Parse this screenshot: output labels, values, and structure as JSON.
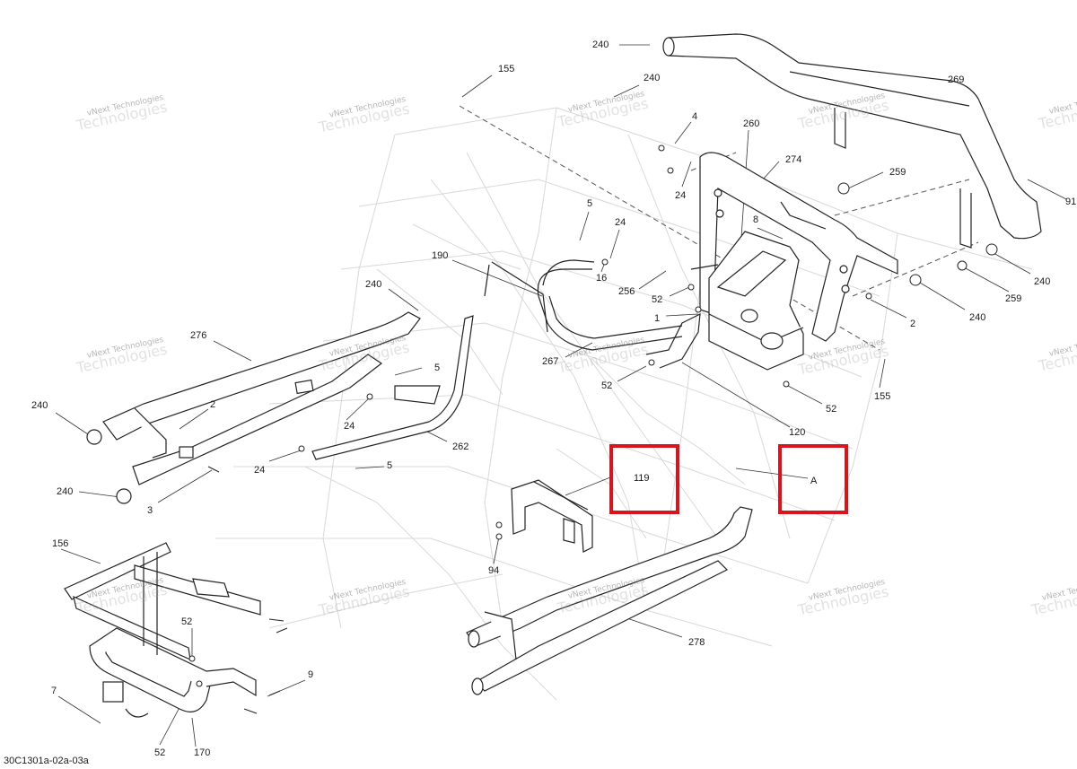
{
  "diagram": {
    "document_code": "30C1301a-02a-03a",
    "watermark_line1": "vNext Technologies",
    "watermark_line2": "Technologies",
    "highlight_color": "#d9141d",
    "callouts": {
      "c240a": "240",
      "c155a": "155",
      "c240b": "240",
      "c4": "4",
      "c269": "269",
      "c260": "260",
      "c274": "274",
      "c259a": "259",
      "c91": "91",
      "c24a": "24",
      "c5a": "5",
      "c24b": "24",
      "c8": "8",
      "c16": "16",
      "c256": "256",
      "c52a": "52",
      "c190": "190",
      "c1": "1",
      "c240c": "240",
      "c259b": "259",
      "c240d": "240",
      "c2a": "2",
      "c240e": "240",
      "c276": "276",
      "c5b": "5",
      "c267": "267",
      "c52b": "52",
      "c155b": "155",
      "c52c": "52",
      "c2b": "2",
      "c240f": "240",
      "c24c": "24",
      "c120": "120",
      "c262": "262",
      "c24d": "24",
      "c5c": "5",
      "c119": "119",
      "cA": "A",
      "c3": "3",
      "c240g": "240",
      "c156": "156",
      "c94": "94",
      "c52d": "52",
      "c278": "278",
      "c9": "9",
      "c7": "7",
      "c52e": "52",
      "c170": "170"
    }
  }
}
